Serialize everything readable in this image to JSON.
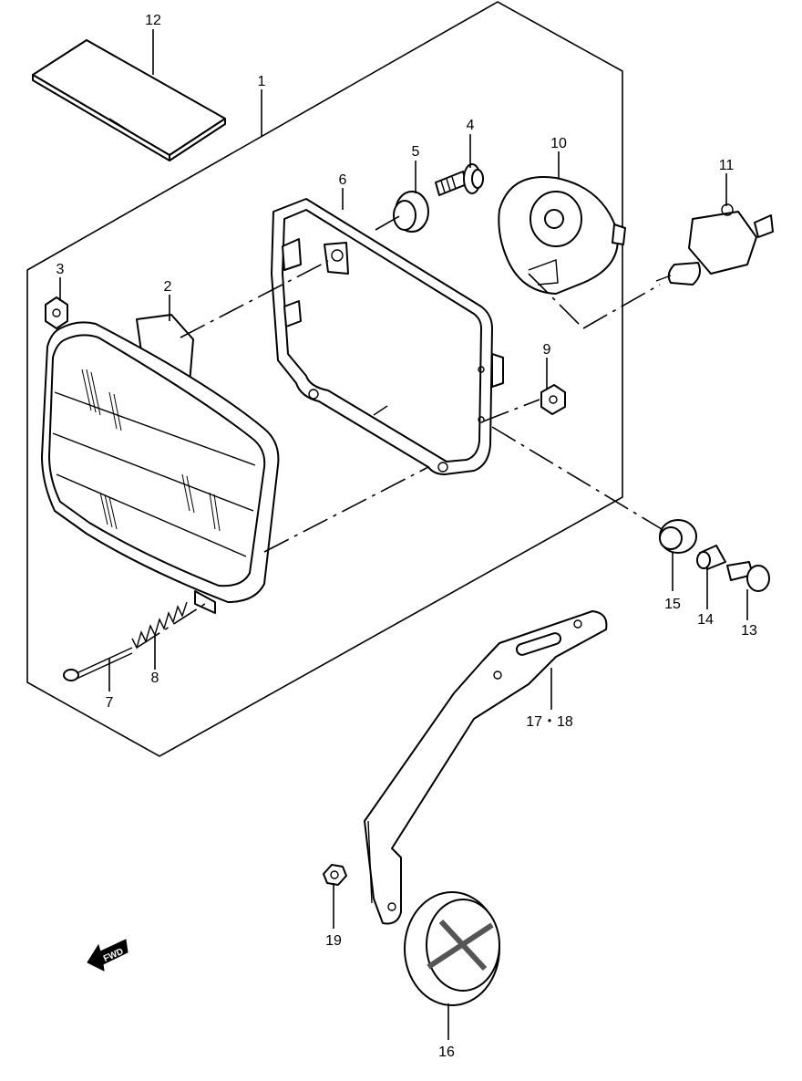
{
  "callouts": [
    {
      "id": "1",
      "text": "1"
    },
    {
      "id": "2",
      "text": "2"
    },
    {
      "id": "3",
      "text": "3"
    },
    {
      "id": "4",
      "text": "4"
    },
    {
      "id": "5",
      "text": "5"
    },
    {
      "id": "6",
      "text": "6"
    },
    {
      "id": "7",
      "text": "7"
    },
    {
      "id": "8",
      "text": "8"
    },
    {
      "id": "9",
      "text": "9"
    },
    {
      "id": "10",
      "text": "10"
    },
    {
      "id": "11",
      "text": "11"
    },
    {
      "id": "12",
      "text": "12"
    },
    {
      "id": "13",
      "text": "13"
    },
    {
      "id": "14",
      "text": "14"
    },
    {
      "id": "15",
      "text": "15"
    },
    {
      "id": "16",
      "text": "16"
    },
    {
      "id": "17_18",
      "text": "17・18"
    },
    {
      "id": "19",
      "text": "19"
    }
  ],
  "fwd_arrow": {
    "text": "FWD",
    "icon": "forward-arrow-icon"
  }
}
